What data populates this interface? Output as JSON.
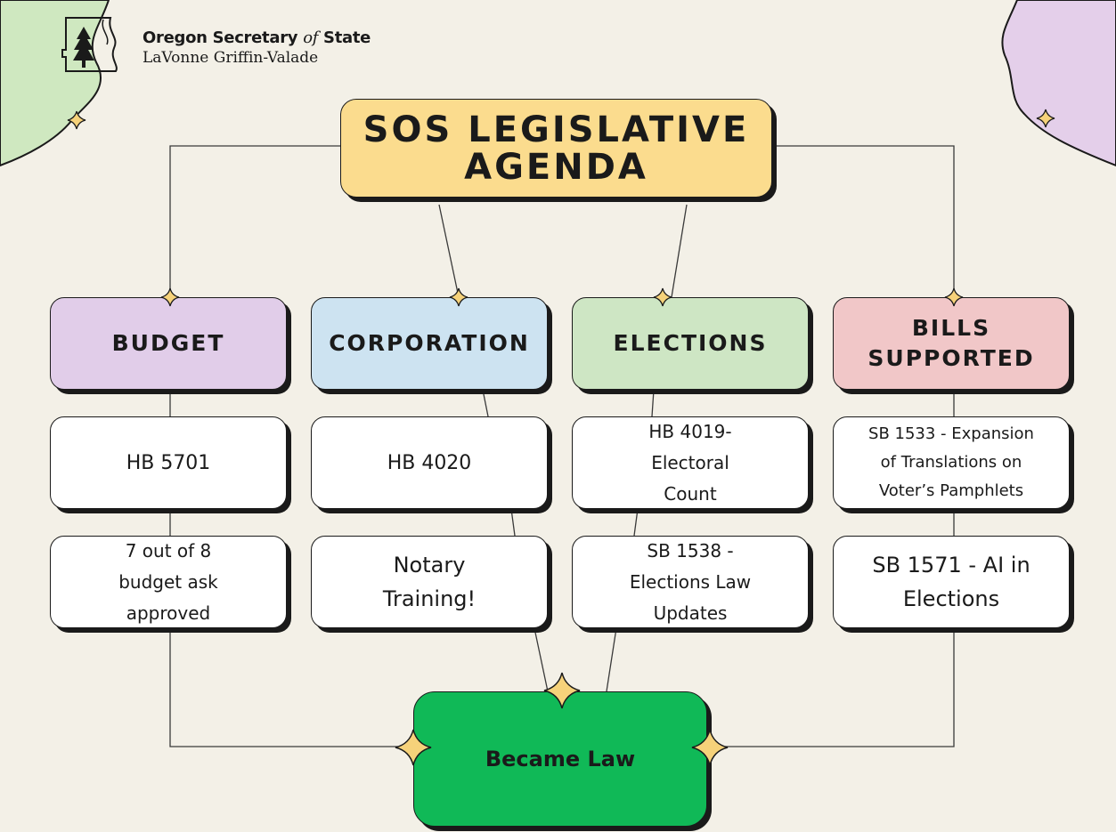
{
  "org": {
    "name_part1": "Oregon Secretary ",
    "name_of": "of",
    "name_part2": " State",
    "official": "LaVonne Griffin-Valade"
  },
  "title": "SOS LEGISLATIVE\nAGENDA",
  "categories": [
    {
      "label": "BUDGET",
      "color": "#e1cde9"
    },
    {
      "label": "CORPORATION",
      "color": "#cde3f1"
    },
    {
      "label": "ELECTIONS",
      "color": "#cee6c4"
    },
    {
      "label": "BILLS\nSUPPORTED",
      "color": "#f1c7c8"
    }
  ],
  "items_row1": [
    "HB 5701",
    "HB 4020",
    "HB 4019-\nElectoral\nCount",
    "SB 1533 - Expansion\nof Translations on\nVoter’s Pamphlets"
  ],
  "items_row2": [
    "7 out of 8\nbudget ask\napproved",
    "Notary\nTraining!",
    "SB 1538 -\nElections Law\nUpdates",
    "SB 1571 - AI in\nElections"
  ],
  "outcome": "Became Law",
  "colors": {
    "background": "#f3f0e7",
    "title": "#fbdc8e",
    "outcome": "#10b957",
    "corner_left": "#cfe8c0",
    "corner_right": "#e4cfea",
    "sparkle": "#f6d27a"
  }
}
